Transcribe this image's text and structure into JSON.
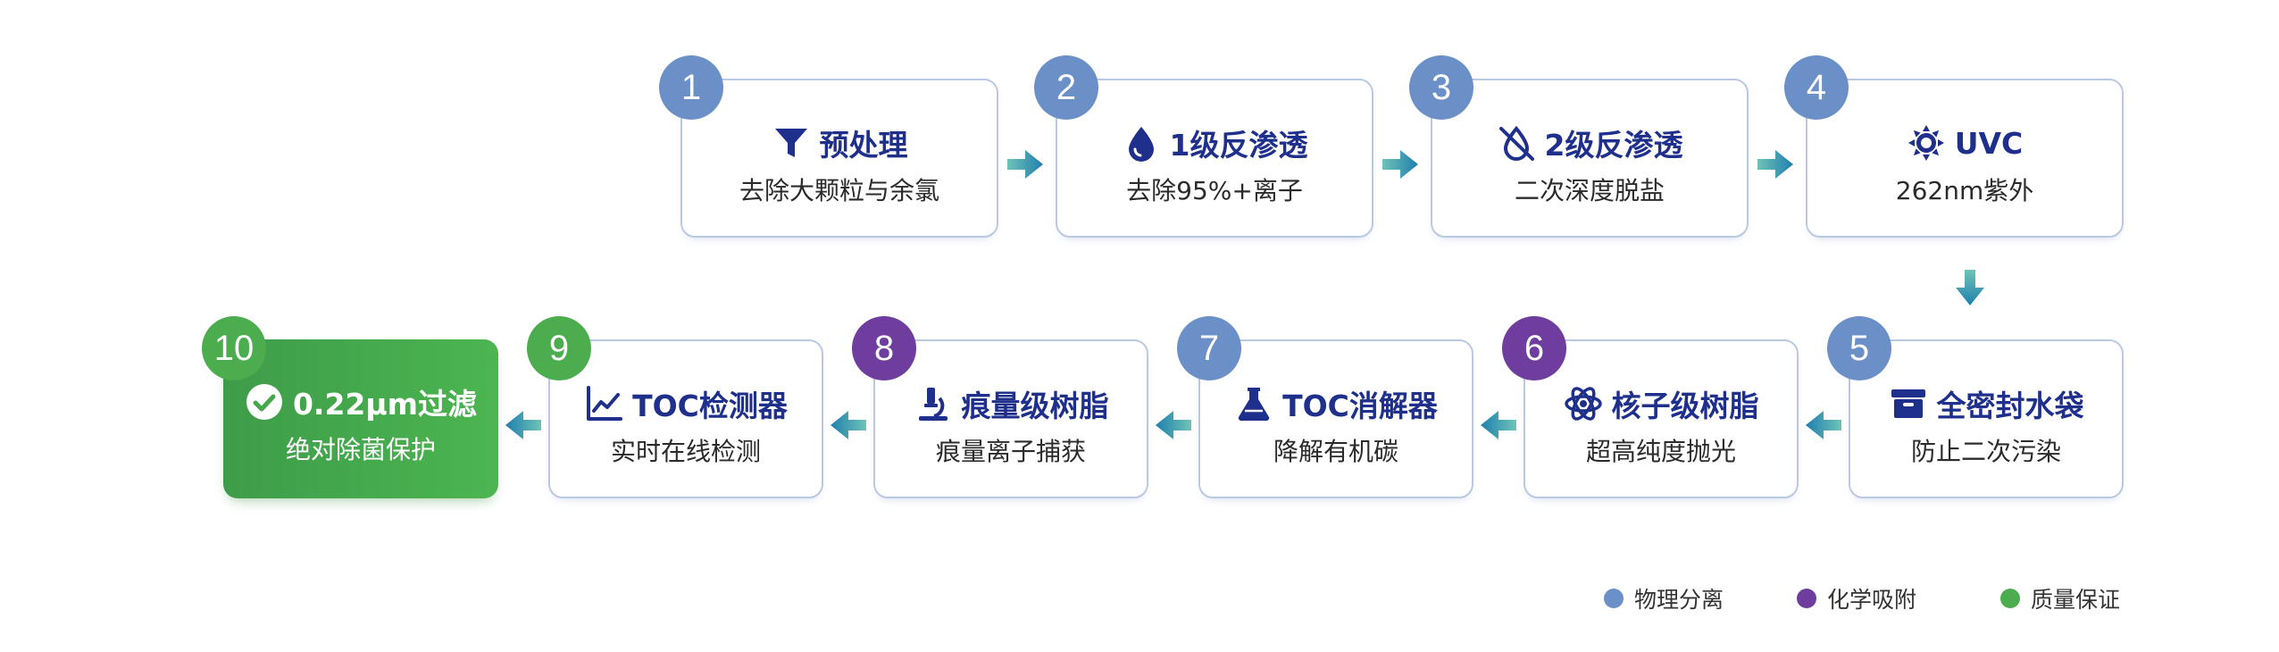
{
  "categories": {
    "physical": {
      "label": "物理分离",
      "color": "#6b8fc7"
    },
    "chemical": {
      "label": "化学吸附",
      "color": "#6e3d9e"
    },
    "quality": {
      "label": "质量保证",
      "color": "#4cad4f"
    }
  },
  "steps": [
    {
      "number": "1",
      "title": "预处理",
      "subtitle": "去除大颗粒与余氯",
      "icon": "funnel-icon",
      "category": "physical"
    },
    {
      "number": "2",
      "title": "1级反渗透",
      "subtitle": "去除95%+离子",
      "icon": "water-drop-icon",
      "category": "physical"
    },
    {
      "number": "3",
      "title": "2级反渗透",
      "subtitle": "二次深度脱盐",
      "icon": "drop-slash-icon",
      "category": "physical"
    },
    {
      "number": "4",
      "title": "UVC",
      "subtitle": "262nm紫外",
      "icon": "sun-icon",
      "category": "physical"
    },
    {
      "number": "5",
      "title": "全密封水袋",
      "subtitle": "防止二次污染",
      "icon": "archive-box-icon",
      "category": "physical"
    },
    {
      "number": "6",
      "title": "核子级树脂",
      "subtitle": "超高纯度抛光",
      "icon": "atom-icon",
      "category": "chemical"
    },
    {
      "number": "7",
      "title": "TOC消解器",
      "subtitle": "降解有机碳",
      "icon": "flask-icon",
      "category": "physical"
    },
    {
      "number": "8",
      "title": "痕量级树脂",
      "subtitle": "痕量离子捕获",
      "icon": "microscope-icon",
      "category": "chemical"
    },
    {
      "number": "9",
      "title": "TOC检测器",
      "subtitle": "实时在线检测",
      "icon": "line-chart-icon",
      "category": "quality"
    },
    {
      "number": "10",
      "title": "0.22μm过滤",
      "subtitle": "绝对除菌保护",
      "icon": "check-circle-icon",
      "category": "quality"
    }
  ]
}
